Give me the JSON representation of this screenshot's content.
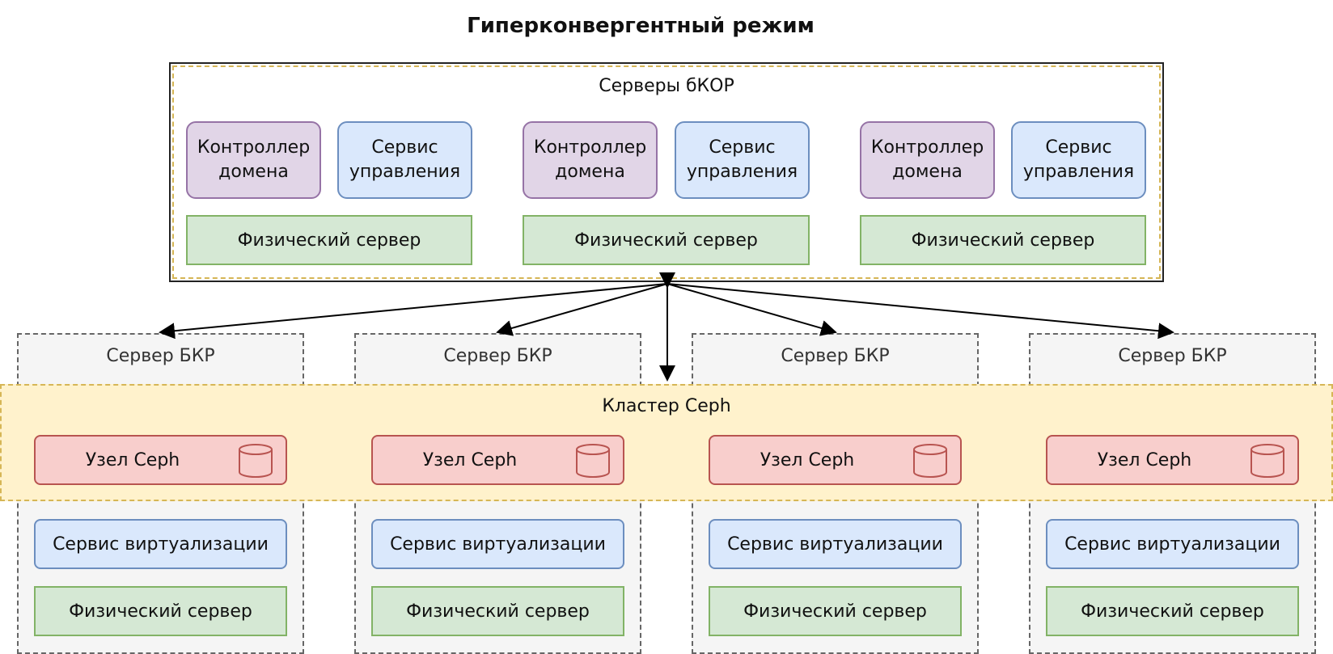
{
  "title": "Гиперконвергентный режим",
  "bkor": {
    "label": "Серверы бКОР",
    "nodes": [
      {
        "controller": "Контроллер домена",
        "management": "Сервис управления",
        "physical": "Физический сервер"
      },
      {
        "controller": "Контроллер домена",
        "management": "Сервис управления",
        "physical": "Физический сервер"
      },
      {
        "controller": "Контроллер домена",
        "management": "Сервис управления",
        "physical": "Физический сервер"
      }
    ]
  },
  "bkr_servers": [
    {
      "label": "Сервер БКР",
      "ceph_node": "Узел Ceph",
      "virtualization": "Сервис виртуализации",
      "physical": "Физический сервер"
    },
    {
      "label": "Сервер БКР",
      "ceph_node": "Узел Ceph",
      "virtualization": "Сервис виртуализации",
      "physical": "Физический сервер"
    },
    {
      "label": "Сервер БКР",
      "ceph_node": "Узел Ceph",
      "virtualization": "Сервис виртуализации",
      "physical": "Физический сервер"
    },
    {
      "label": "Сервер БКР",
      "ceph_node": "Узел Ceph",
      "virtualization": "Сервис виртуализации",
      "physical": "Физический сервер"
    }
  ],
  "ceph_cluster": {
    "label": "Кластер Ceph"
  },
  "icons": {
    "ceph_node": "database-cylinder-icon"
  },
  "colors": {
    "controller_fill": "#e1d5e7",
    "controller_stroke": "#9673a6",
    "service_fill": "#dae8fc",
    "service_stroke": "#6c8ebf",
    "physical_fill": "#d5e8d4",
    "physical_stroke": "#82b366",
    "ceph_fill": "#f8cecc",
    "ceph_stroke": "#b85450",
    "cluster_fill": "#fff2cc",
    "cluster_stroke": "#d6b656"
  }
}
